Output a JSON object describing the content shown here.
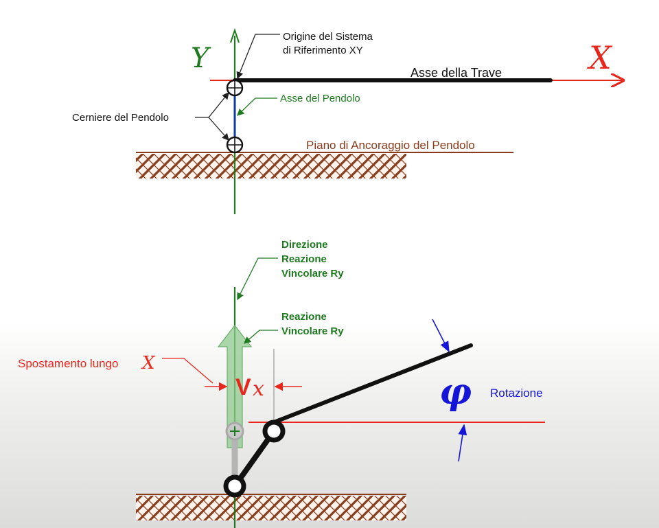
{
  "top": {
    "axis_y_label": "Υ",
    "axis_x_label": "X",
    "origin_label_line1": "Origine del Sistema",
    "origin_label_line2": "di Riferimento XY",
    "beam_axis_label": "Asse della Trave",
    "pendulum_axis_label": "Asse del Pendolo",
    "hinges_label": "Cerniere del Pendolo",
    "anchor_plane_label": "Piano di Ancoraggio del Pendolo"
  },
  "bottom": {
    "direction_label_line1": "Direzione",
    "direction_label_line2": "Reazione",
    "direction_label_line3": "Vincolare Ry",
    "reaction_label_line1": "Reazione",
    "reaction_label_line2": "Vincolare Ry",
    "displacement_label": "Spostamento lungo",
    "displacement_axis": "X",
    "vx_v": "V",
    "vx_x": "x",
    "phi_symbol": "φ",
    "rotation_label": "Rotazione"
  },
  "colors": {
    "green": "#1e7a1e",
    "red": "#e8261c",
    "blue": "#1515d8",
    "brown": "#8b3a1a",
    "beam": "#111111"
  }
}
